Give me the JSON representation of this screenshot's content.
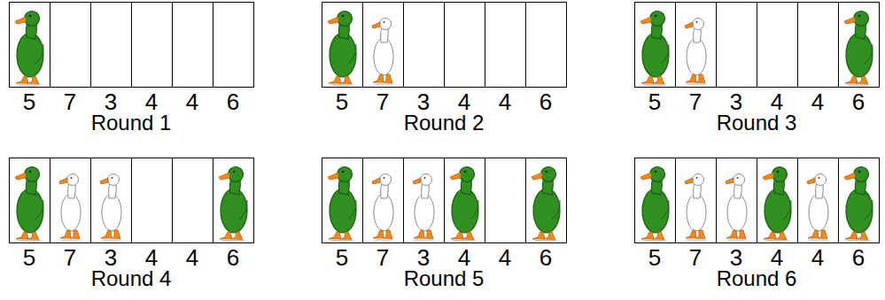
{
  "diagram": {
    "labels": [
      "5",
      "7",
      "3",
      "4",
      "4",
      "6",
      "Round 1",
      "5",
      "7",
      "3",
      "4",
      "4",
      "6",
      "Round 2",
      "5",
      "7",
      "3",
      "4",
      "4",
      "6",
      "Round 3",
      "5",
      "7",
      "3",
      "4",
      "4",
      "6",
      "Round 4",
      "5",
      "7",
      "3",
      "4",
      "4",
      "6",
      "Round 5",
      "5",
      "7",
      "3",
      "4",
      "4",
      "6",
      "Round 6"
    ]
  }
}
